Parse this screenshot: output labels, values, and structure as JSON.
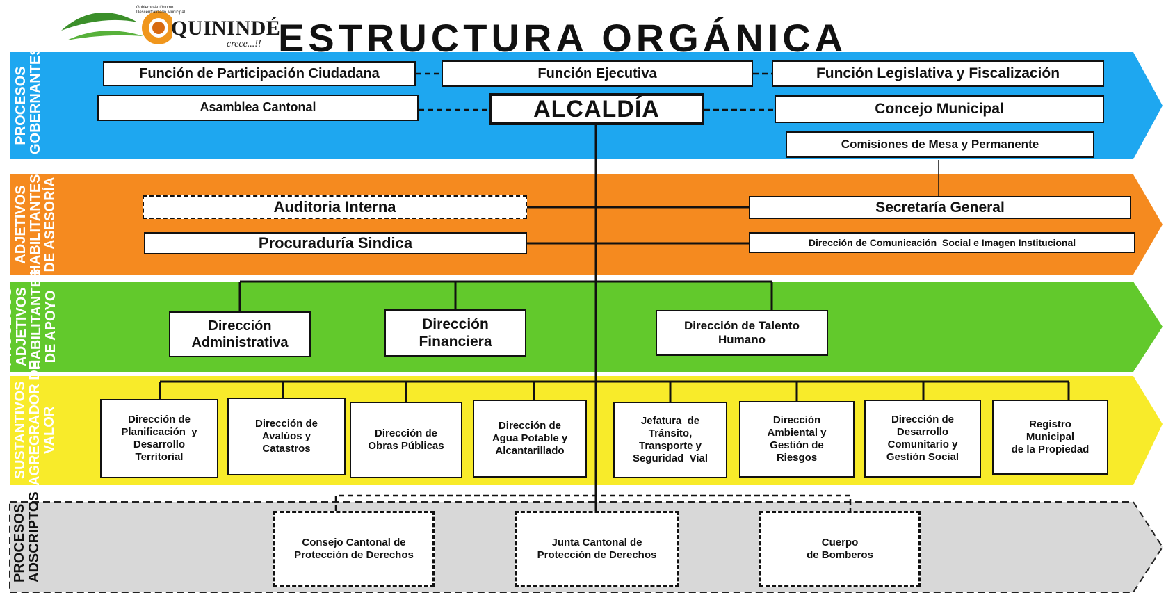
{
  "title": "ESTRUCTURA ORGÁNICA",
  "logo": {
    "wordmark": "QUININDÉ",
    "tagline_1": "Gobierno Autónomo",
    "tagline_2": "Descentralizado Municipal",
    "slogan": "crece...!!"
  },
  "colors": {
    "gobernantes": "#1ea7f0",
    "asesoria": "#f58a1f",
    "apoyo": "#62c92c",
    "agregador": "#f8eb2a",
    "adscriptos": "#d8d8d8"
  },
  "bands": {
    "gobernantes": "PROCESOS\nGOBERNANTES",
    "asesoria": "PROCESOS\nADJETIVOS\nHABILITANTES\nDE ASESORÍA",
    "apoyo": "PROCESOS\nADJETIVOS\nHABILITANTES\nDE APOYO",
    "agregador": "PROCESOS\nSUSTANTIVOS\nAGREGRADOR DE\nVALOR",
    "adscriptos": "PROCESOS\nADSCRIPTOS"
  },
  "nodes": {
    "participacion": "Función de Participación Ciudadana",
    "ejecutiva": "Función Ejecutiva",
    "legislativa": "Función Legislativa y Fiscalización",
    "asamblea": "Asamblea Cantonal",
    "alcaldia": "ALCALDÍA",
    "concejo": "Concejo Municipal",
    "comisiones": "Comisiones de Mesa y Permanente",
    "auditoria": "Auditoria Interna",
    "secretaria": "Secretaría General",
    "procuraduria": "Procuraduría Sindica",
    "comunicacion": "Dirección de Comunicación  Social e Imagen Institucional",
    "administrativa": "Dirección\nAdministrativa",
    "financiera": "Dirección\nFinanciera",
    "talento": "Dirección de Talento\nHumano",
    "planificacion": "Dirección de\nPlanificación  y\nDesarrollo\nTerritorial",
    "avaluos": "Dirección de\nAvalúos y\nCatastros",
    "obras": "Dirección de\nObras Públicas",
    "agua": "Dirección de\nAgua Potable y\nAlcantarillado",
    "transito": "Jefatura  de\nTránsito,\nTransporte y\nSeguridad  Vial",
    "ambiental": "Dirección\nAmbiental y\nGestión de\nRiesgos",
    "comunitario": "Dirección de\nDesarrollo\nComunitario y\nGestión Social",
    "registro": "Registro\nMunicipal\nde la Propiedad",
    "consejo": "Consejo Cantonal de\nProtección de Derechos",
    "junta": "Junta Cantonal de\nProtección de Derechos",
    "bomberos": "Cuerpo\nde Bomberos"
  }
}
